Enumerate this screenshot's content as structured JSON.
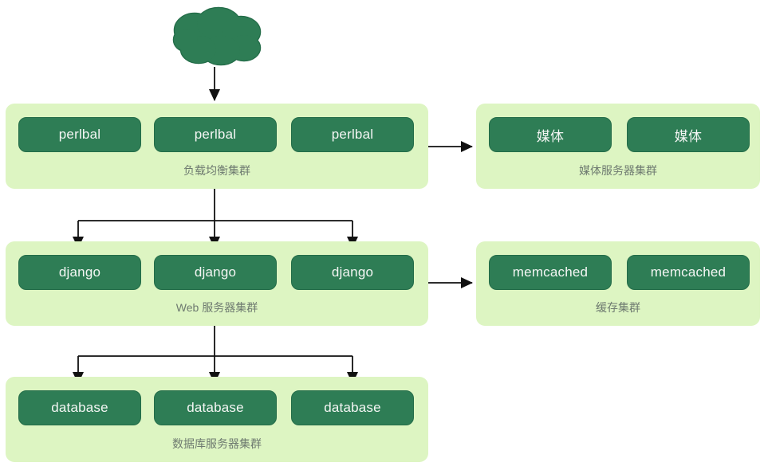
{
  "colors": {
    "background": "#ffffff",
    "cluster_fill": "#ddf5c2",
    "node_fill": "#2e7d55",
    "node_border": "#236c48",
    "node_text": "#f4f6f4",
    "label_text": "#6e7a70",
    "arrow": "#111111"
  },
  "icons": {
    "cloud": "internet-cloud-icon"
  },
  "clusters": [
    {
      "id": "load-balancer",
      "label": "负载均衡集群",
      "nodes": [
        "perlbal",
        "perlbal",
        "perlbal"
      ]
    },
    {
      "id": "media",
      "label": "媒体服务器集群",
      "nodes": [
        "媒体",
        "媒体"
      ]
    },
    {
      "id": "web",
      "label": "Web 服务器集群",
      "nodes": [
        "django",
        "django",
        "django"
      ]
    },
    {
      "id": "cache",
      "label": "缓存集群",
      "nodes": [
        "memcached",
        "memcached"
      ]
    },
    {
      "id": "database",
      "label": "数据库服务器集群",
      "nodes": [
        "database",
        "database",
        "database"
      ]
    }
  ],
  "edges": [
    {
      "from": "internet-cloud",
      "to": "load-balancer"
    },
    {
      "from": "load-balancer",
      "to": "media"
    },
    {
      "from": "load-balancer",
      "to": "web",
      "branches": 3
    },
    {
      "from": "web",
      "to": "cache"
    },
    {
      "from": "web",
      "to": "database",
      "branches": 3
    }
  ]
}
